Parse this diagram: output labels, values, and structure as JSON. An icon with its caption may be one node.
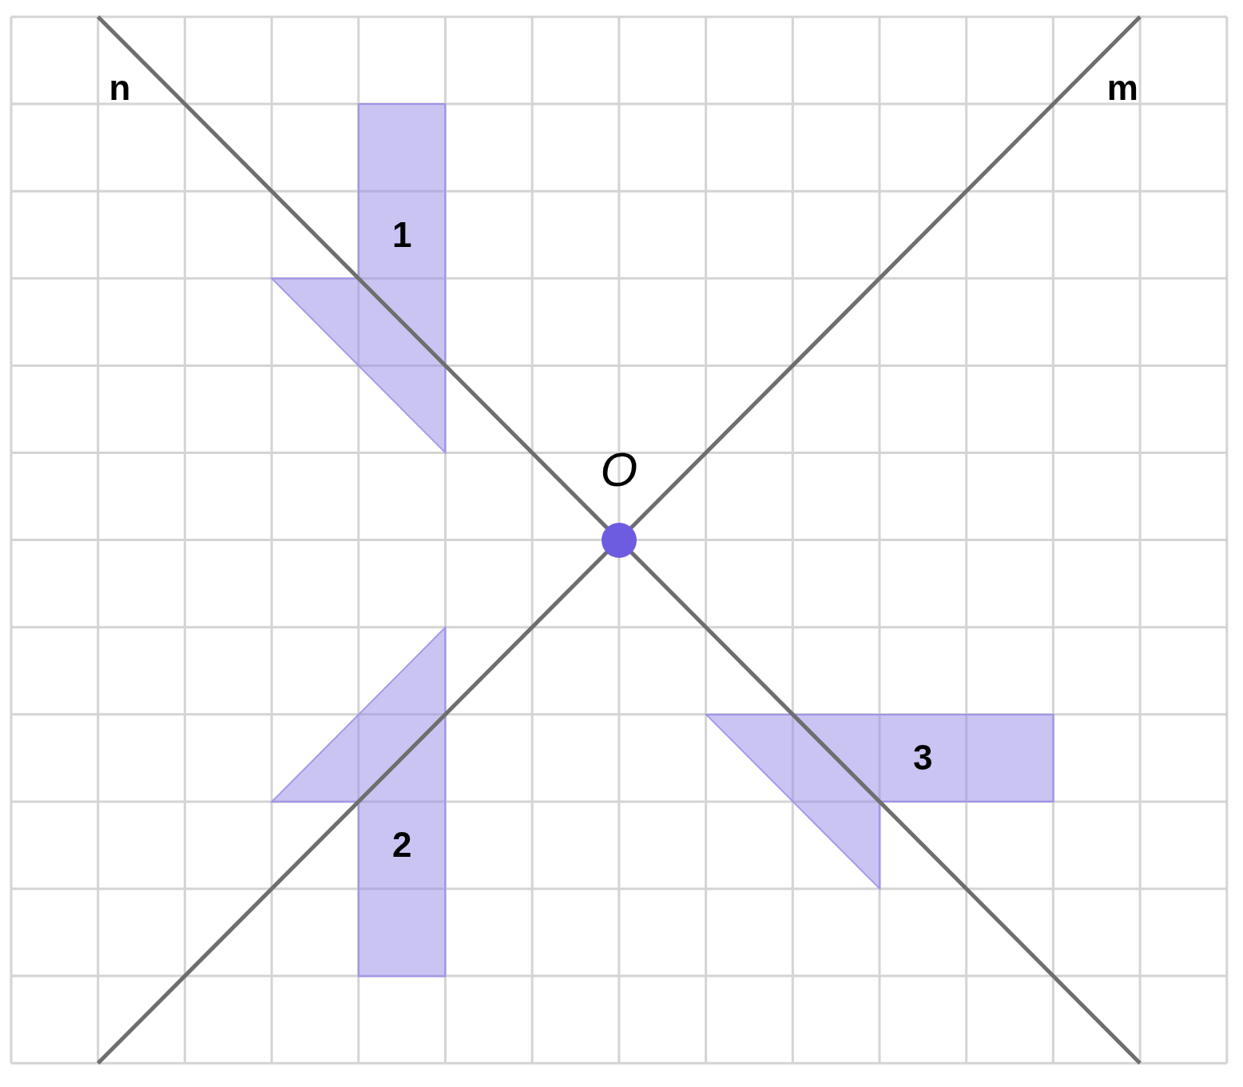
{
  "diagram": {
    "nodes": [
      {
        "text": [
          "1"
        ]
      },
      {
        "text": [],
        "shape": "circle",
        "beside": [
          "O"
        ]
      },
      {
        "text": [
          "2"
        ]
      },
      {
        "text": [
          "3"
        ]
      }
    ],
    "labels": [
      "n",
      "m"
    ]
  }
}
